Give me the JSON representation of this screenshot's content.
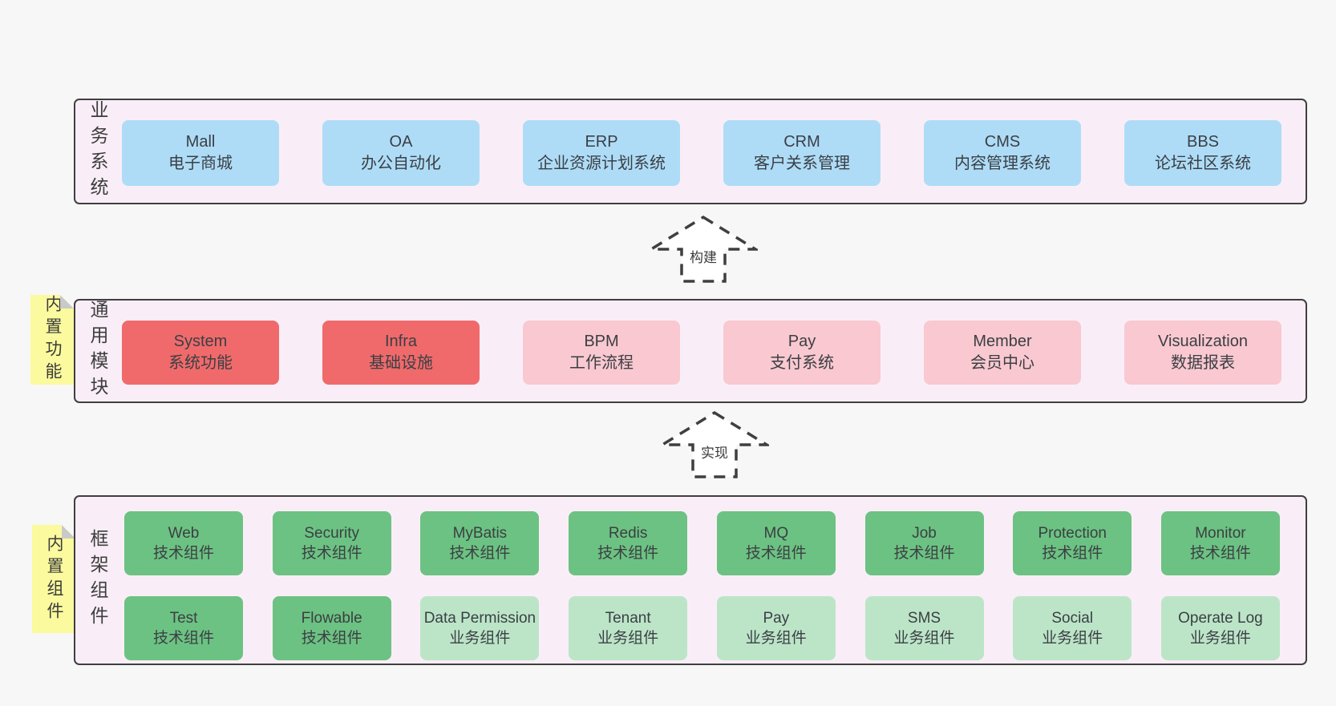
{
  "colors": {
    "page-bg": "#f7f7f7",
    "panel-bg": "#f9eef7",
    "panel-border": "#3f3f3f",
    "blue": "#aedcf7",
    "red": "#f06a6b",
    "pink": "#f9c8d0",
    "green": "#6cc282",
    "green-light": "#bce5c8",
    "yellow": "#fbfa9e",
    "fold": "#c9c9c9",
    "text": "#3d3d3d"
  },
  "sections": {
    "business": {
      "label": "业务系统",
      "boxes": [
        {
          "en": "Mall",
          "zh": "电子商城"
        },
        {
          "en": "OA",
          "zh": "办公自动化"
        },
        {
          "en": "ERP",
          "zh": "企业资源计划系统"
        },
        {
          "en": "CRM",
          "zh": "客户关系管理"
        },
        {
          "en": "CMS",
          "zh": "内容管理系统"
        },
        {
          "en": "BBS",
          "zh": "论坛社区系统"
        }
      ]
    },
    "modules": {
      "label": "通用模块",
      "sticky": "内置功能",
      "boxes": [
        {
          "en": "System",
          "zh": "系统功能"
        },
        {
          "en": "Infra",
          "zh": "基础设施"
        },
        {
          "en": "BPM",
          "zh": "工作流程"
        },
        {
          "en": "Pay",
          "zh": "支付系统"
        },
        {
          "en": "Member",
          "zh": "会员中心"
        },
        {
          "en": "Visualization",
          "zh": "数据报表"
        }
      ]
    },
    "framework": {
      "label": "框架组件",
      "sticky": "内置组件",
      "row1": [
        {
          "en": "Web",
          "zh": "技术组件"
        },
        {
          "en": "Security",
          "zh": "技术组件"
        },
        {
          "en": "MyBatis",
          "zh": "技术组件"
        },
        {
          "en": "Redis",
          "zh": "技术组件"
        },
        {
          "en": "MQ",
          "zh": "技术组件"
        },
        {
          "en": "Job",
          "zh": "技术组件"
        },
        {
          "en": "Protection",
          "zh": "技术组件"
        },
        {
          "en": "Monitor",
          "zh": "技术组件"
        }
      ],
      "row2": [
        {
          "en": "Test",
          "zh": "技术组件"
        },
        {
          "en": "Flowable",
          "zh": "技术组件"
        },
        {
          "en": "Data Permission",
          "zh": "业务组件"
        },
        {
          "en": "Tenant",
          "zh": "业务组件"
        },
        {
          "en": "Pay",
          "zh": "业务组件"
        },
        {
          "en": "SMS",
          "zh": "业务组件"
        },
        {
          "en": "Social",
          "zh": "业务组件"
        },
        {
          "en": "Operate Log",
          "zh": "业务组件"
        }
      ]
    }
  },
  "arrows": [
    {
      "label": "构建"
    },
    {
      "label": "实现"
    }
  ]
}
